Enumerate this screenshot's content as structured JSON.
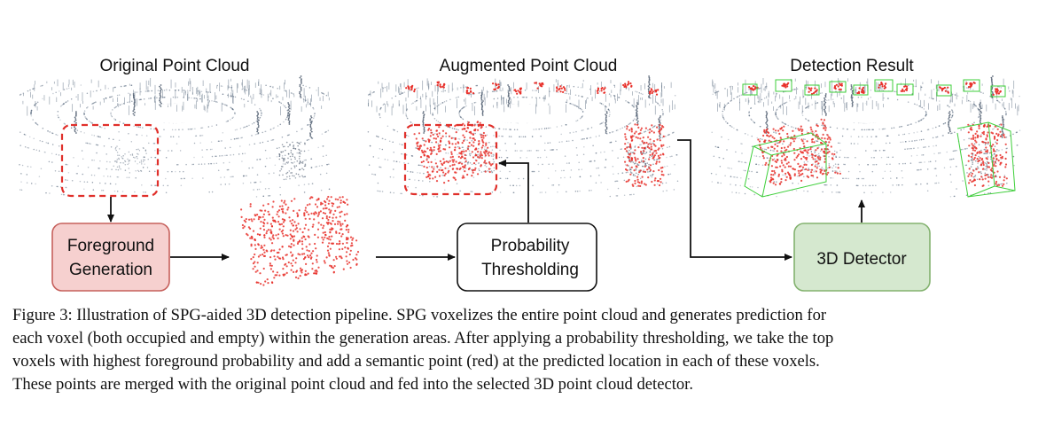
{
  "figure": {
    "panel_titles": {
      "original": "Original Point Cloud",
      "augmented": "Augmented Point Cloud",
      "detection": "Detection Result"
    },
    "boxes": {
      "foreground_generation": [
        "Foreground",
        "Generation"
      ],
      "probability_thresholding": [
        "Probability",
        "Thresholding"
      ],
      "detector": "3D Detector"
    },
    "colors": {
      "foreground_box_fill": "#f6d0cf",
      "foreground_box_stroke": "#c6605c",
      "detector_box_fill": "#d5e8cf",
      "detector_box_stroke": "#83b26f",
      "semantic_points": "#e8302a",
      "detection_box": "#3ecf3a",
      "point_cloud": "#5a6b80"
    }
  },
  "caption": {
    "lines": [
      "Figure 3: Illustration of SPG-aided 3D detection pipeline. SPG voxelizes the entire point cloud and generates prediction for",
      "each voxel (both occupied and empty) within the generation areas. After applying a probability thresholding, we take the top",
      "voxels with highest foreground probability and add a semantic point (red) at the predicted location in each of these voxels.",
      "These points are merged with the original point cloud and fed into the selected 3D point cloud detector."
    ]
  }
}
